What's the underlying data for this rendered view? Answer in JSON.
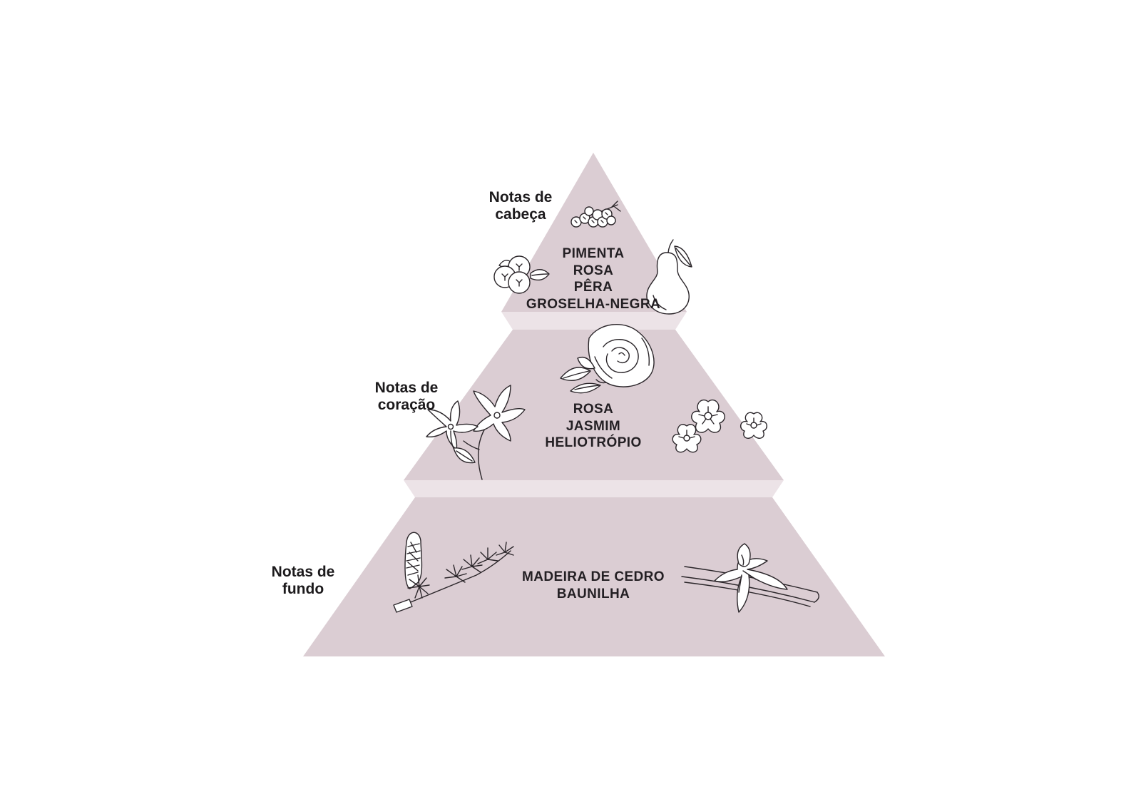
{
  "colors": {
    "tier_fill": "#dbcdd3",
    "gap_fill": "#ece3e7",
    "text": "#231f23",
    "ink": "#2a2529"
  },
  "tiers": [
    {
      "id": "top",
      "label": [
        "Notas de",
        "cabeça"
      ],
      "notes": [
        "PIMENTA",
        "ROSA",
        "PÊRA",
        "GROSELHA-NEGRA"
      ],
      "icons": [
        "pink-pepper-icon",
        "blackcurrant-icon",
        "pear-icon"
      ]
    },
    {
      "id": "middle",
      "label": [
        "Notas de",
        "coração"
      ],
      "notes": [
        "ROSA",
        "JASMIM",
        "HELIOTRÓPIO"
      ],
      "icons": [
        "rose-icon",
        "jasmine-icon",
        "heliotrope-icon"
      ]
    },
    {
      "id": "bottom",
      "label": [
        "Notas de",
        "fundo"
      ],
      "notes": [
        "MADEIRA DE CEDRO",
        "BAUNILHA"
      ],
      "icons": [
        "cedar-branch-icon",
        "vanilla-icon"
      ]
    }
  ]
}
